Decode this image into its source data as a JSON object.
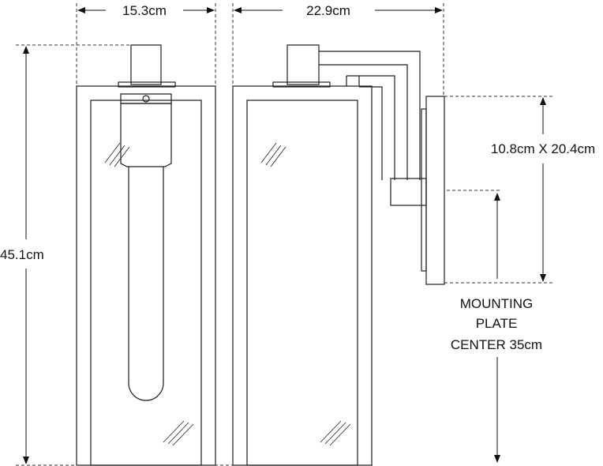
{
  "dimensions": {
    "front_width": "15.3cm",
    "side_depth": "22.9cm",
    "height": "45.1cm",
    "plate_size": "10.8cm X 20.4cm",
    "plate_center_line1": "MOUNTING",
    "plate_center_line2": "PLATE",
    "plate_center_line3": "CENTER 35cm"
  }
}
